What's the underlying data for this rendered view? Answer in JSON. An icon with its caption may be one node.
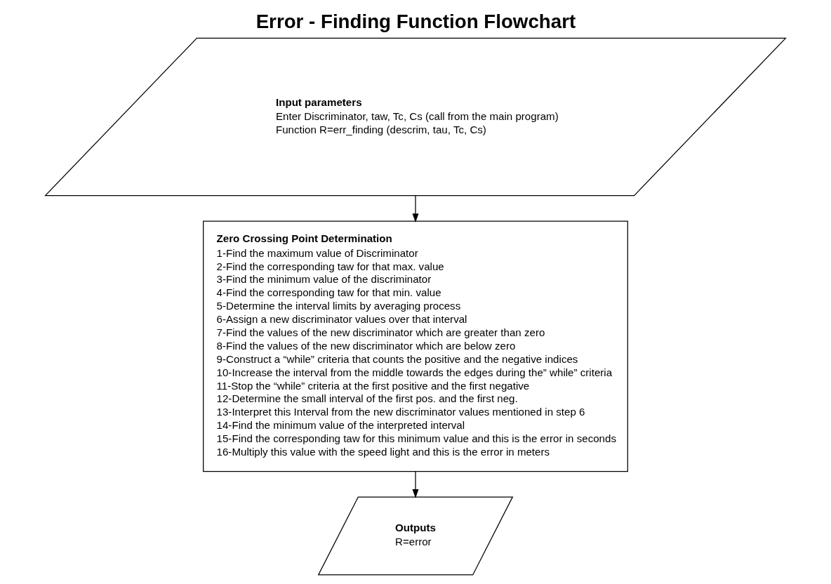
{
  "diagram": {
    "title": "Error - Finding Function Flowchart",
    "nodes": [
      {
        "text": [
          "Input parameters",
          "Enter Discriminator, taw, Tc, Cs (call from the main program)",
          "Function R=err_finding (descrim, tau, Tc, Cs)"
        ]
      },
      {
        "text": [
          "Zero Crossing Point Determination",
          "1-Find the maximum value of Discriminator",
          "2-Find the corresponding taw for that max. value",
          "3-Find the minimum value of the discriminator",
          "4-Find the corresponding taw for that min. value",
          "5-Determine the interval limits by averaging process",
          "6-Assign a new discriminator values over that interval",
          "7-Find the values of the new discriminator which are greater than zero",
          "8-Find the values of the new discriminator which are below zero",
          "9-Construct a “while” criteria that counts the positive and the negative indices",
          "10-Increase the interval from the middle towards the edges during the” while” criteria",
          "11-Stop the “while” criteria at the first positive and the first negative",
          "12-Determine the small interval of the first pos. and the first neg.",
          "13-Interpret this Interval from the new discriminator values mentioned in step 6",
          "14-Find the minimum value of the interpreted interval",
          "15-Find the corresponding taw for this minimum value and this is the error in seconds",
          "16-Multiply this value with the speed light and this is the error in meters"
        ]
      },
      {
        "text": [
          "Outputs",
          "R=error"
        ]
      }
    ],
    "edges": [
      {
        "from": 0,
        "to": 1,
        "arrow": "to"
      },
      {
        "from": 1,
        "to": 2,
        "arrow": "to"
      }
    ]
  }
}
